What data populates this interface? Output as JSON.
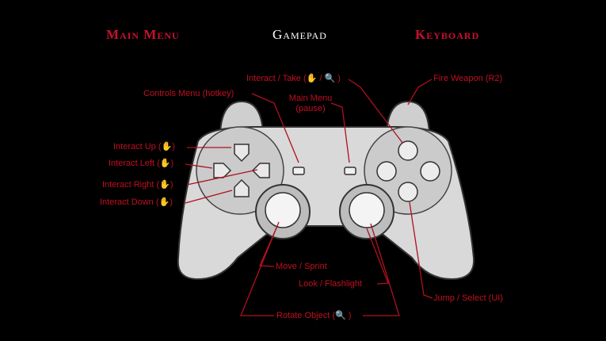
{
  "nav": {
    "main_menu": "Main Menu",
    "gamepad": "Gamepad",
    "keyboard": "Keyboard"
  },
  "labels": {
    "interact_take": "Interact / Take (",
    "fire_weapon": "Fire Weapon (R2)",
    "controls_menu": "Controls Menu (hotkey)",
    "main_menu_line1": "Main Menu",
    "main_menu_line2": "(pause)",
    "interact_up": "Interact Up (",
    "interact_left": "Interact Left (",
    "interact_right": "Interact Right (",
    "interact_down": "Interact Down (",
    "move_sprint": "Move / Sprint",
    "look_flashlight": "Look / Flashlight",
    "jump_select": "Jump / Select (UI)",
    "rotate_object": "Rotate Object (",
    "close_paren": ")",
    "slash": "/"
  },
  "icons": {
    "hand": "hand-icon",
    "magnifier": "magnifier-icon"
  },
  "colors": {
    "accent": "#c8102e",
    "pad_body": "#d9d9d9",
    "pad_outline": "#3a3a3a"
  }
}
